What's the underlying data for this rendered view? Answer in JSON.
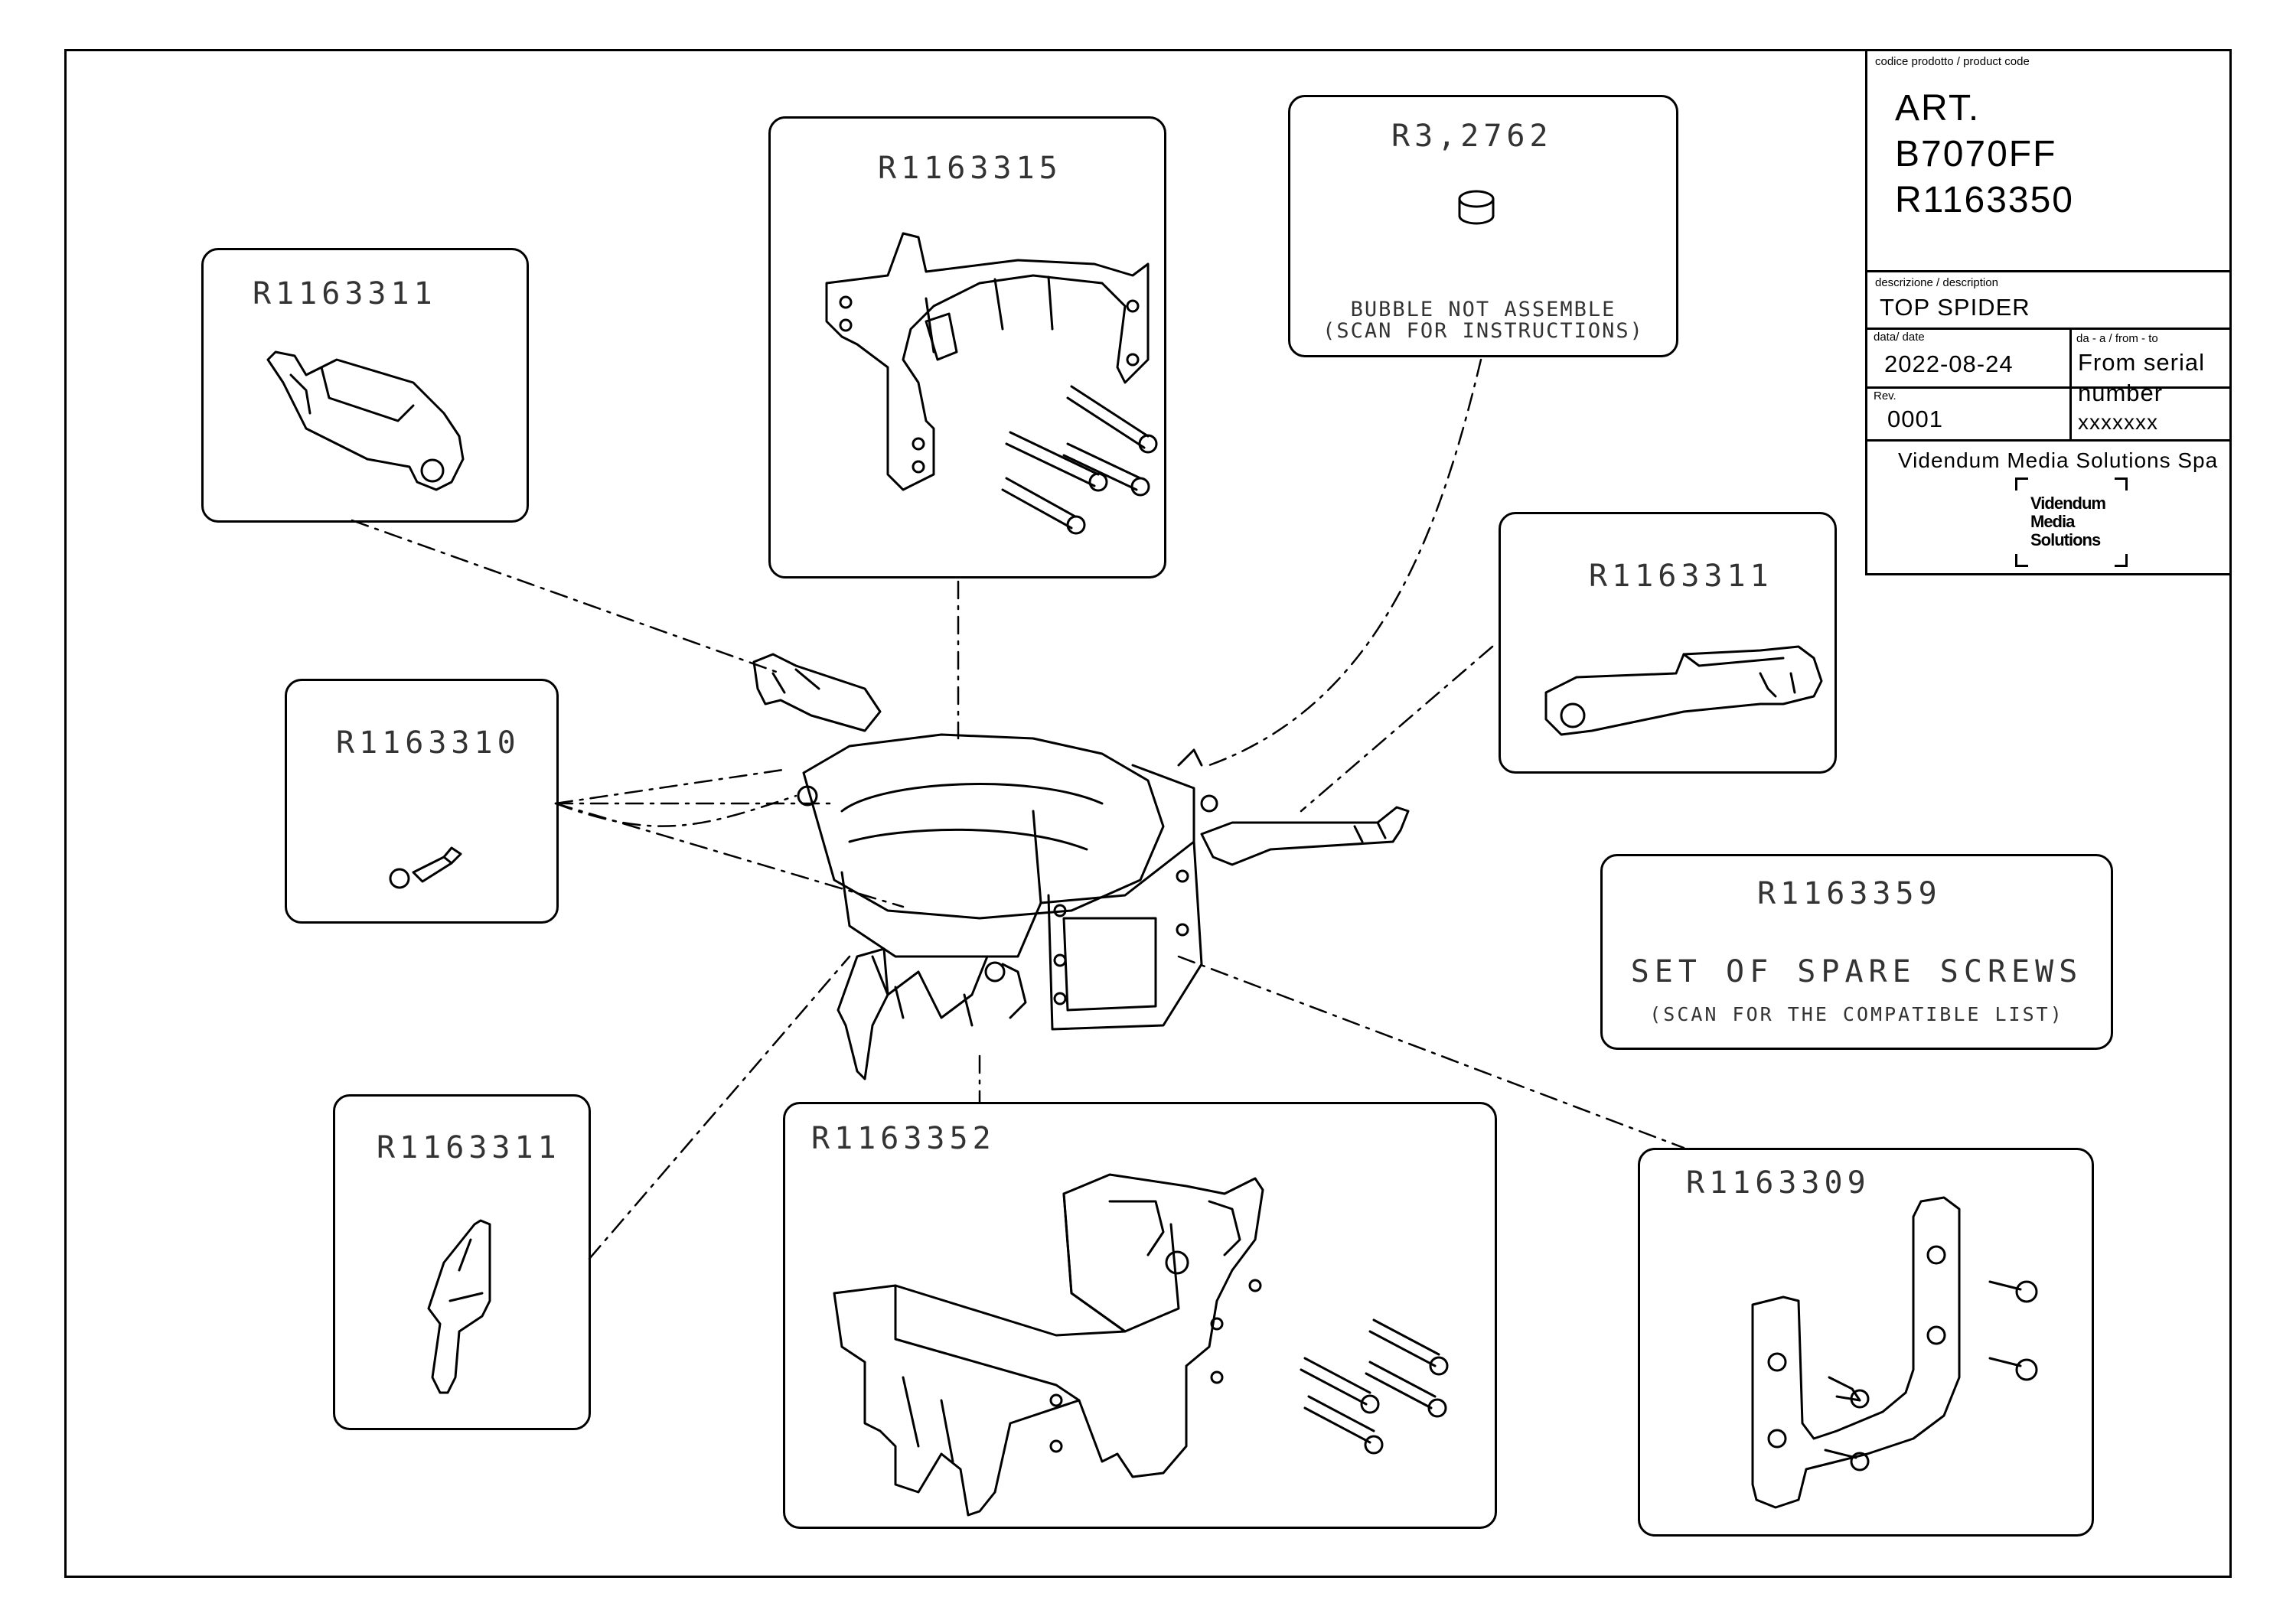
{
  "title_block": {
    "product_code_label": "codice prodotto / product code",
    "art_lines": [
      "ART.",
      "B7070FF",
      "R1163350"
    ],
    "description_label": "descrizione / description",
    "description": "TOP SPIDER",
    "date_label": "data/ date",
    "date": "2022-08-24",
    "from_to_label": "da - a / from - to",
    "from_serial": "From serial",
    "number_label": "number",
    "serial": "xxxxxxx",
    "rev_label": "Rev.",
    "rev": "0001",
    "company": "Videndum Media Solutions Spa",
    "logo_lines": [
      "Videndum",
      "Media",
      "Solutions"
    ]
  },
  "callouts": {
    "top_left_bracket": {
      "code": "R1163311"
    },
    "clamp_ring": {
      "code": "R1163315"
    },
    "bubble": {
      "code": "R3,2762",
      "note_line1": "BUBBLE NOT ASSEMBLE",
      "note_line2": "(SCAN FOR INSTRUCTIONS)"
    },
    "right_bracket": {
      "code": "R1163311"
    },
    "pin": {
      "code": "R1163310"
    },
    "spare_screws": {
      "code": "R1163359",
      "title": "SET OF SPARE SCREWS",
      "note": "(SCAN FOR THE COMPATIBLE LIST)"
    },
    "bottom_left_bracket": {
      "code": "R1163311"
    },
    "spider_body": {
      "code": "R1163352"
    },
    "plate": {
      "code": "R1163309"
    }
  }
}
